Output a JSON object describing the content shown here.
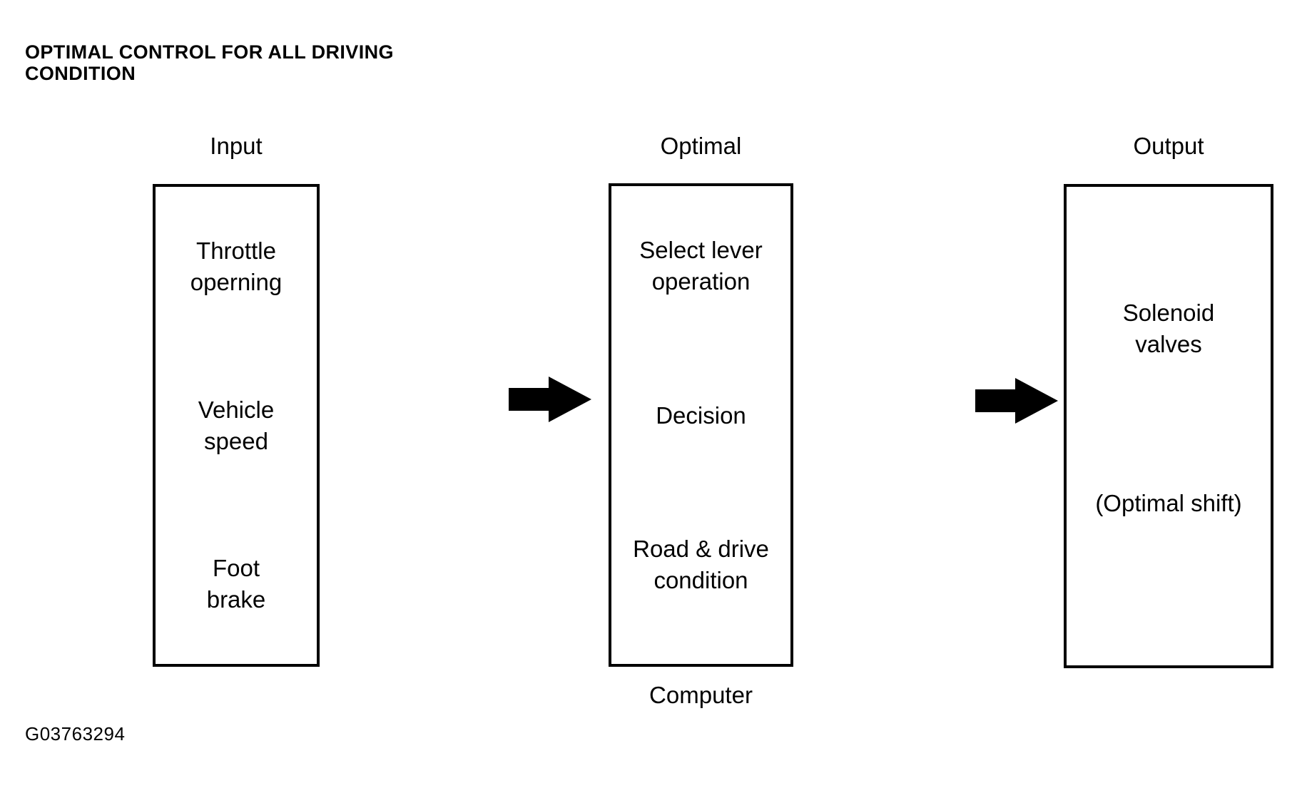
{
  "title": "OPTIMAL CONTROL FOR ALL DRIVING\nCONDITION",
  "columns": [
    {
      "label": "Input",
      "items": [
        "Throttle\noperning",
        "Vehicle\nspeed",
        "Foot\nbrake"
      ]
    },
    {
      "label": "Optimal",
      "items": [
        "Select lever\noperation",
        "Decision",
        "Road & drive\ncondition"
      ],
      "caption": "Computer"
    },
    {
      "label": "Output",
      "items": [
        "Solenoid\nvalves",
        "(Optimal shift)"
      ]
    }
  ],
  "figure_code": "G03763294",
  "icons": {
    "arrow": "solid right-pointing block arrow"
  },
  "colors": {
    "foreground": "#000000",
    "background": "#ffffff"
  }
}
